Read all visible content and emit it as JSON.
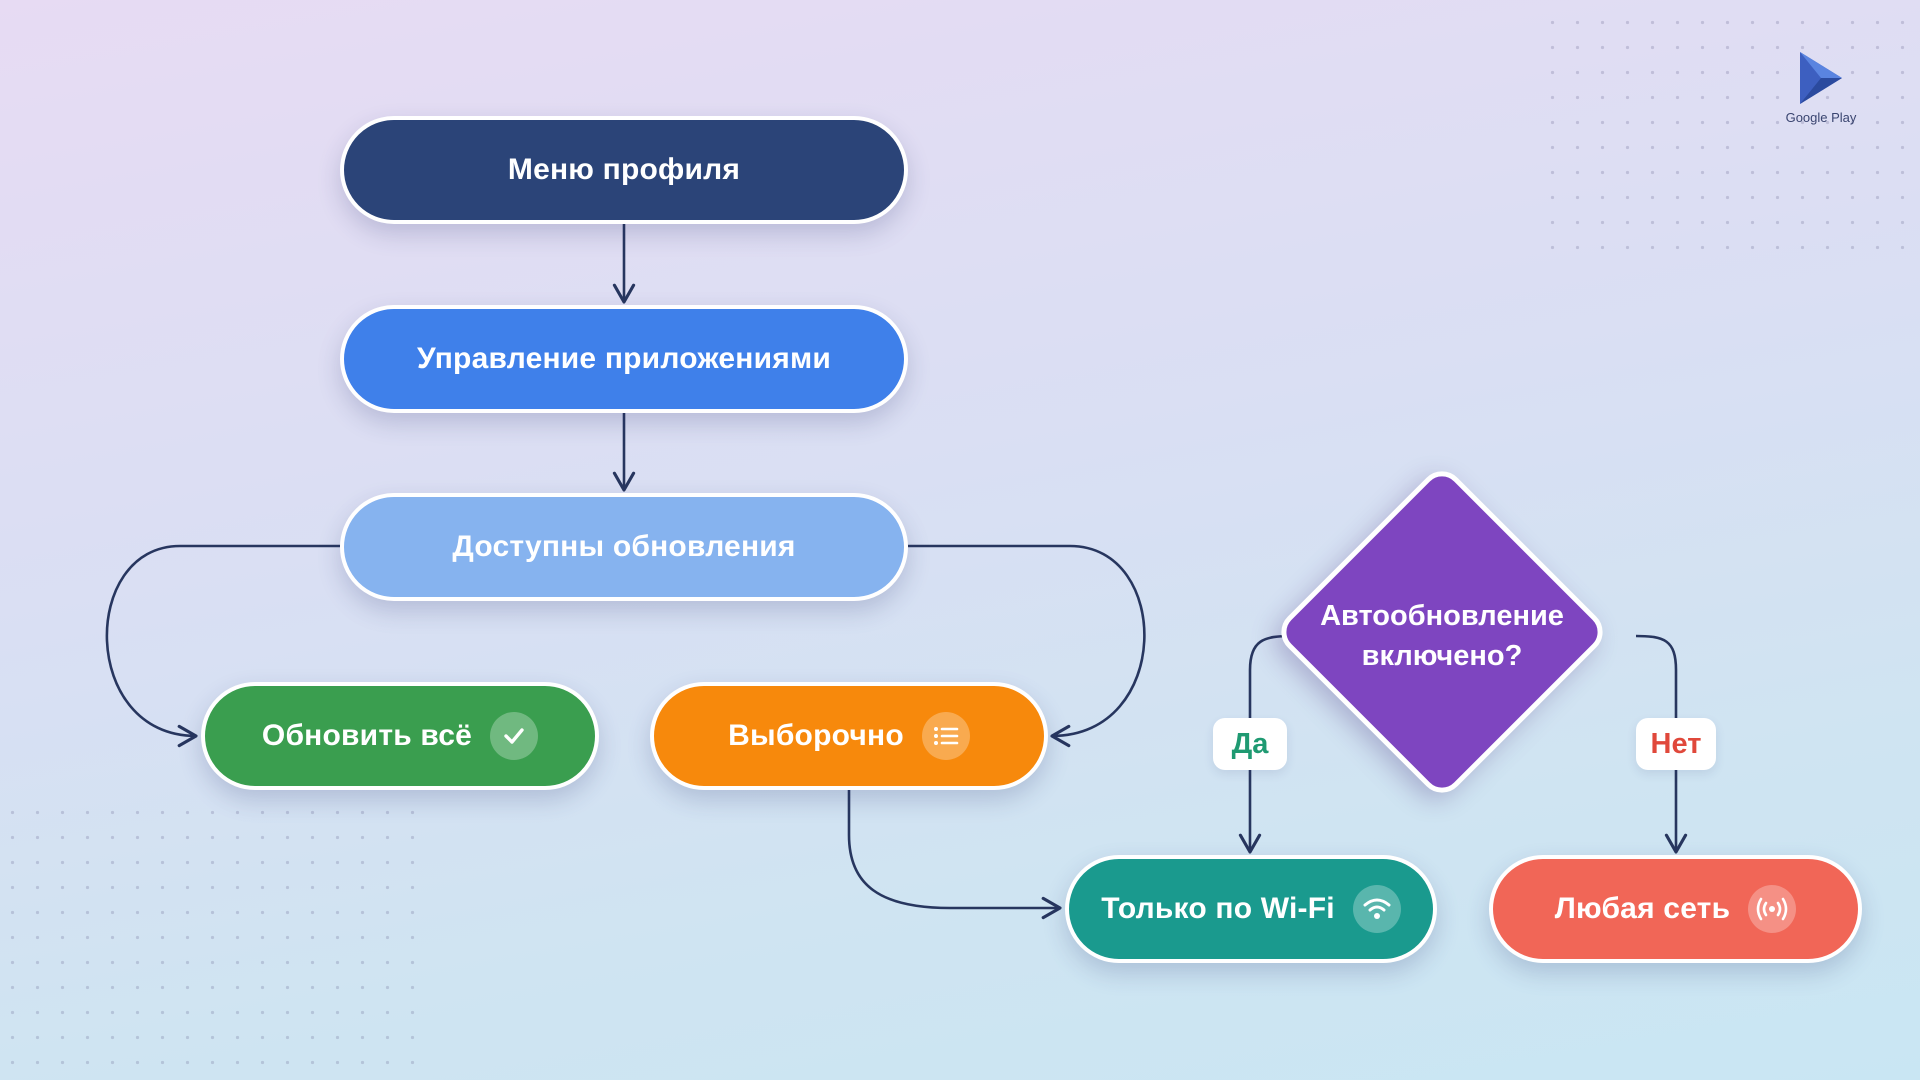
{
  "logo": {
    "text": "Google Play"
  },
  "nodes": {
    "profile_menu": "Меню профиля",
    "manage_apps": "Управление приложениями",
    "updates_available": "Доступны обновления",
    "update_all": "Обновить всё",
    "selective": "Выборочно",
    "wifi_only": "Только по Wi-Fi",
    "any_network": "Любая сеть"
  },
  "decision": {
    "line1": "Автообновление",
    "line2": "включено?",
    "yes": "Да",
    "no": "Нет"
  },
  "colors": {
    "profile_menu": "#2b4478",
    "manage_apps": "#3f80ea",
    "updates_available": "#86b3ef",
    "update_all": "#3a9e4f",
    "selective": "#f7890c",
    "decision": "#7e45c0",
    "wifi_only": "#1a9a8e",
    "any_network": "#f16657",
    "yes_label": "#1f9a72",
    "no_label": "#e0483b",
    "connector": "#27365f"
  },
  "icons": {
    "update_all": "check-icon",
    "selective": "list-icon",
    "wifi_only": "wifi-icon",
    "any_network": "broadcast-icon",
    "logo": "play-triangle-icon"
  }
}
